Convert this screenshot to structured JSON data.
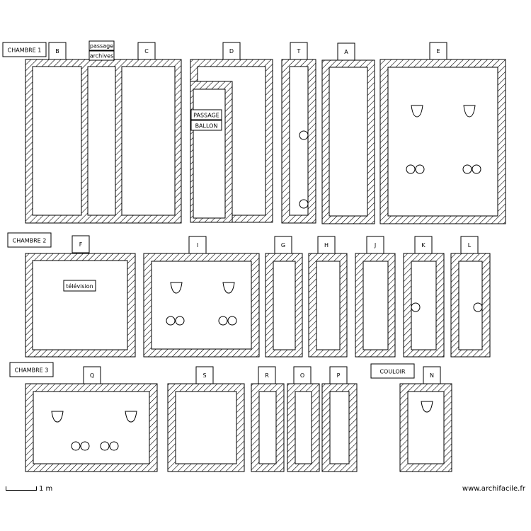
{
  "zones": [
    {
      "key": "chambre1",
      "label": "CHAMBRE 1"
    },
    {
      "key": "chambre2",
      "label": "CHAMBRE 2"
    },
    {
      "key": "chambre3",
      "label": "CHAMBRE 3"
    },
    {
      "key": "couloir",
      "label": "COULOIR"
    }
  ],
  "units": [
    {
      "key": "B",
      "tag": "B"
    },
    {
      "key": "C",
      "tag": "C"
    },
    {
      "key": "D",
      "tag": "D"
    },
    {
      "key": "T",
      "tag": "T"
    },
    {
      "key": "A",
      "tag": "A"
    },
    {
      "key": "E",
      "tag": "E"
    },
    {
      "key": "F",
      "tag": "F"
    },
    {
      "key": "I",
      "tag": "I"
    },
    {
      "key": "G",
      "tag": "G"
    },
    {
      "key": "H",
      "tag": "H"
    },
    {
      "key": "J",
      "tag": "J"
    },
    {
      "key": "K",
      "tag": "K"
    },
    {
      "key": "L",
      "tag": "L"
    },
    {
      "key": "Q",
      "tag": "Q"
    },
    {
      "key": "S",
      "tag": "S"
    },
    {
      "key": "R",
      "tag": "R"
    },
    {
      "key": "O",
      "tag": "O"
    },
    {
      "key": "P",
      "tag": "P"
    },
    {
      "key": "N",
      "tag": "N"
    }
  ],
  "notes": [
    {
      "key": "passage1",
      "label": "passage"
    },
    {
      "key": "archives",
      "label": "archives"
    },
    {
      "key": "passage2",
      "label": "PASSAGE"
    },
    {
      "key": "ballon",
      "label": "BALLON"
    },
    {
      "key": "television",
      "label": "télévision"
    }
  ],
  "scale": {
    "label": "1 m"
  },
  "credit": "www.archifacile.fr"
}
